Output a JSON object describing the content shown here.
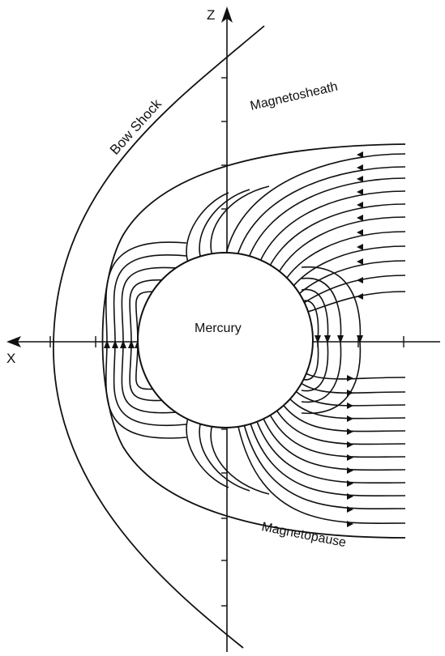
{
  "labels": {
    "z_axis": "Z",
    "x_axis": "X",
    "bow_shock": "Bow Shock",
    "magnetosheath": "Magnetosheath",
    "planet": "Mercury",
    "magnetopause": "Magnetopause"
  },
  "colors": {
    "ink": "#111111",
    "background": "#ffffff"
  }
}
